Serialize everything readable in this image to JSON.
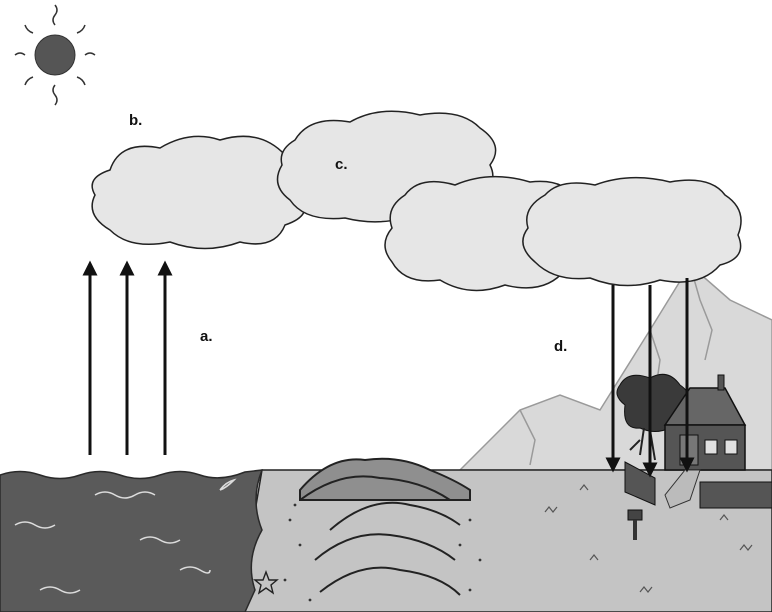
{
  "labels": {
    "a": "a.",
    "b": "b.",
    "c": "c.",
    "d": "d."
  },
  "colors": {
    "sun": "#555555",
    "cloud_fill": "#e6e6e6",
    "ocean": "#5a5a5a",
    "sand": "#bdbdbd",
    "ground": "#c8c8c8",
    "mountain": "#d9d9d9",
    "hills": "#8a8a8a",
    "house": "#555555",
    "arrow": "#111111"
  },
  "icons": [
    "sun-icon",
    "star-icon",
    "mailbox-icon",
    "tree-icon",
    "house-icon"
  ]
}
